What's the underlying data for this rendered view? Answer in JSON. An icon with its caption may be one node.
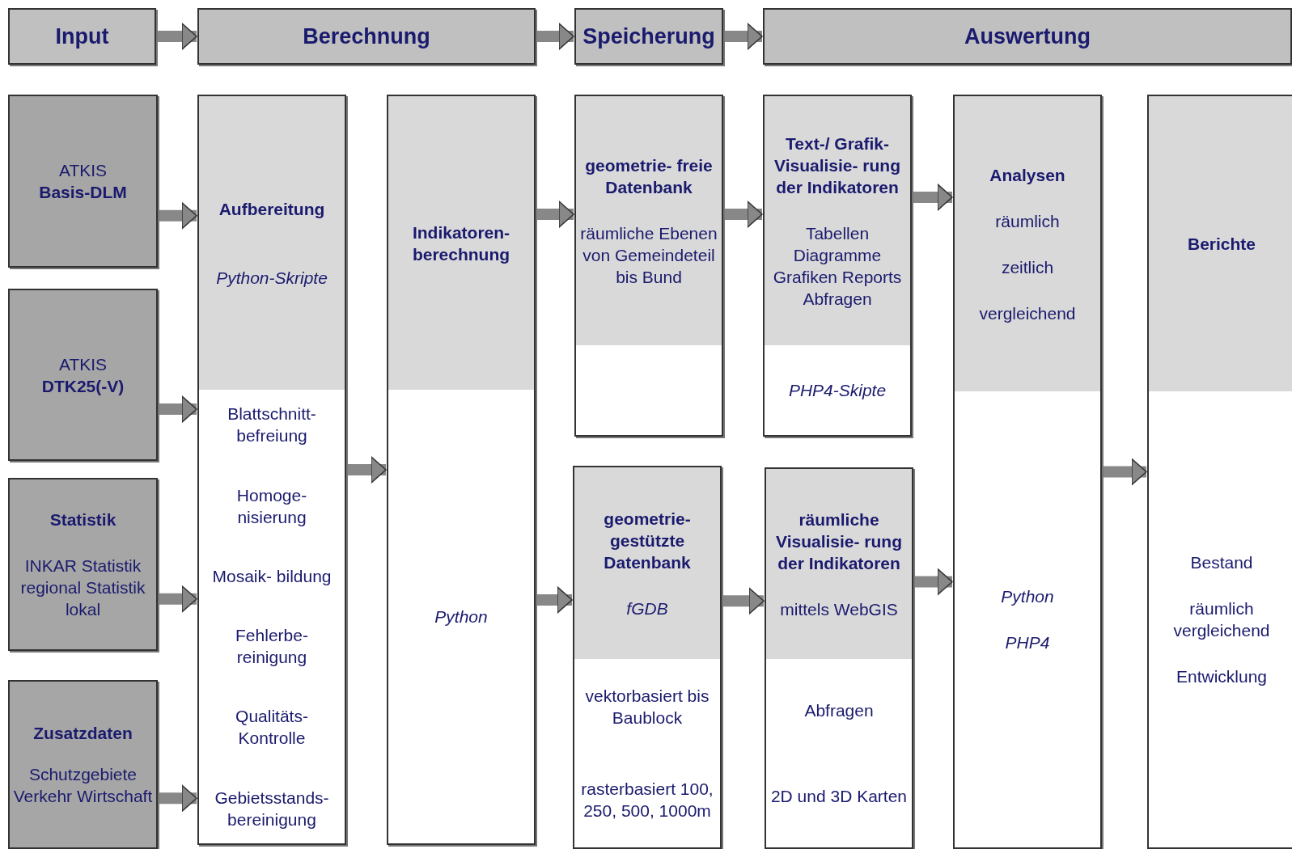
{
  "diagram": {
    "nodes": [
      {
        "text": [
          "Input"
        ]
      },
      {
        "text": [
          "Berechnung"
        ]
      },
      {
        "text": [
          "Speicherung"
        ]
      },
      {
        "text": [
          "Auswertung"
        ]
      },
      {
        "text": [
          "ATKIS",
          "Basis-DLM"
        ]
      },
      {
        "text": [
          "ATKIS",
          "DTK25(-V)"
        ]
      },
      {
        "text": [
          "Statistik",
          "INKAR Statistik regional Statistik lokal"
        ]
      },
      {
        "text": [
          "Zusatzdaten",
          "Schutzgebiete Verkehr Wirtschaft"
        ]
      },
      {
        "text": [
          "Aufbereitung",
          "Python-Skripte",
          "Blattschnitt- befreiung",
          "Homoge- nisierung",
          "Mosaik- bildung",
          "Fehlerbe- reinigung",
          "Qualitäts- Kontrolle",
          "Gebietsstands- bereinigung"
        ]
      },
      {
        "text": [
          "Indikatoren- berechnung",
          "Python"
        ]
      },
      {
        "text": [
          "geometrie- freie Datenbank",
          "räumliche Ebenen von Gemeindeteil bis Bund"
        ]
      },
      {
        "text": [
          "geometrie- gestützte Datenbank",
          "fGDB",
          "vektorbasiert bis Baublock",
          "rasterbasiert 100, 250, 500, 1000m"
        ]
      },
      {
        "text": [
          "Text-/ Grafik- Visualisie- rung der Indikatoren",
          "Tabellen Diagramme Grafiken Reports Abfragen",
          "PHP4-Skipte"
        ]
      },
      {
        "text": [
          "räumliche Visualisie- rung der Indikatoren",
          "mittels WebGIS",
          "Abfragen",
          "2D und 3D Karten"
        ]
      },
      {
        "text": [
          "Analysen",
          "räumlich",
          "zeitlich",
          "vergleichend",
          "Python",
          "PHP4"
        ]
      },
      {
        "text": [
          "Berichte",
          "Bestand",
          "räumlich vergleichend",
          "Entwicklung"
        ]
      }
    ],
    "edges": [
      {
        "from": 0,
        "to": 1,
        "arrow": "to"
      },
      {
        "from": 1,
        "to": 2,
        "arrow": "to"
      },
      {
        "from": 2,
        "to": 3,
        "arrow": "to"
      },
      {
        "from": 4,
        "to": 8,
        "arrow": "to"
      },
      {
        "from": 5,
        "to": 8,
        "arrow": "to"
      },
      {
        "from": 6,
        "to": 8,
        "arrow": "to"
      },
      {
        "from": 7,
        "to": 8,
        "arrow": "to"
      },
      {
        "from": 8,
        "to": 9,
        "arrow": "to"
      },
      {
        "from": 9,
        "to": 10,
        "arrow": "to"
      },
      {
        "from": 9,
        "to": 11,
        "arrow": "to"
      },
      {
        "from": 10,
        "to": 12,
        "arrow": "to"
      },
      {
        "from": 11,
        "to": 13,
        "arrow": "to"
      },
      {
        "from": 12,
        "to": 14,
        "arrow": "to"
      },
      {
        "from": 13,
        "to": 14,
        "arrow": "to"
      },
      {
        "from": 14,
        "to": 15,
        "arrow": "to"
      }
    ]
  }
}
